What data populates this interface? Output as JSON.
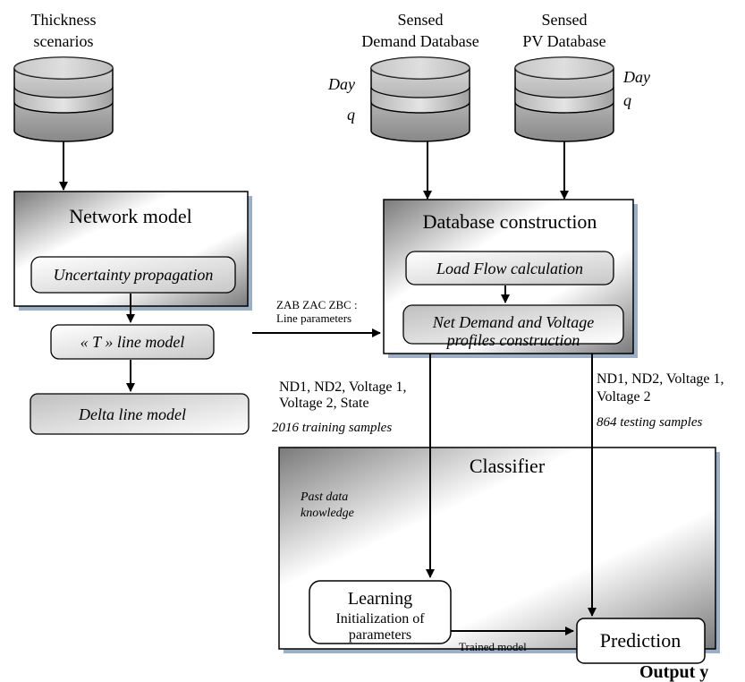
{
  "databases": {
    "thickness": {
      "title_line1": "Thickness",
      "title_line2": "scenarios"
    },
    "demand": {
      "title_line1": "Sensed",
      "title_line2": "Demand Database",
      "day": "Day",
      "q": "q"
    },
    "pv": {
      "title_line1": "Sensed",
      "title_line2": "PV Database",
      "day": "Day",
      "q": "q"
    }
  },
  "network_model": {
    "title": "Network model",
    "steps": [
      "Uncertainty propagation",
      "« T » line model",
      "Delta line model"
    ]
  },
  "database_construction": {
    "title": "Database construction",
    "load_flow": "Load Flow calculation",
    "net_demand_line1": "Net Demand and Voltage",
    "net_demand_line2": "profiles construction"
  },
  "line_parameters": {
    "z": "ZAB ZAC ZBC :",
    "label": "Line parameters"
  },
  "training_flow": {
    "line1": "ND1, ND2, Voltage 1,",
    "line2": "Voltage 2, State",
    "samples": "2016 training samples"
  },
  "testing_flow": {
    "line1": "ND1, ND2, Voltage 1,",
    "line2": "Voltage 2",
    "samples": "864 testing samples"
  },
  "classifier": {
    "title": "Classifier",
    "past_line1": "Past data",
    "past_line2": "knowledge",
    "learning_title": "Learning",
    "learning_line1": "Initialization of",
    "learning_line2": "parameters",
    "trained_model": "Trained model",
    "prediction": "Prediction"
  },
  "output": "Output y"
}
